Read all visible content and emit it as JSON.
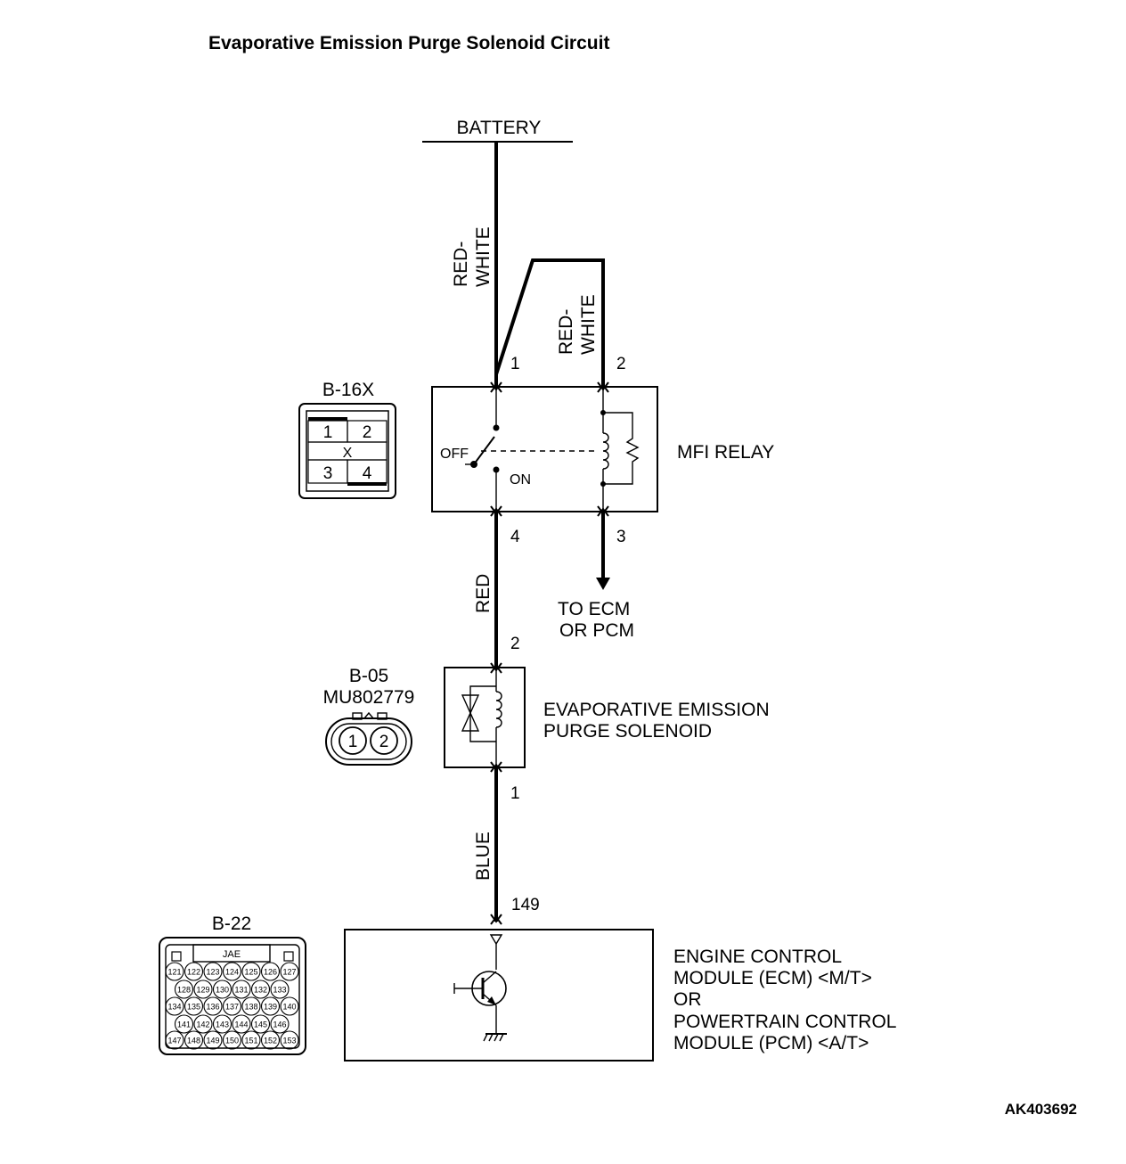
{
  "title": "Evaporative Emission Purge Solenoid Circuit",
  "figure_id": "AK403692",
  "battery": {
    "label": "BATTERY"
  },
  "wires": {
    "battery_to_relay_pin1": "RED-WHITE",
    "branch_to_relay_pin2": "RED-WHITE",
    "relay_to_solenoid": "RED",
    "solenoid_to_module": "BLUE"
  },
  "wire_label_lines": {
    "red_white_1": "RED-",
    "red_white_2": "WHITE",
    "red": "RED",
    "blue": "BLUE"
  },
  "mfi_relay": {
    "label": "MFI RELAY",
    "pins": [
      "1",
      "2",
      "3",
      "4"
    ],
    "switch_off": "OFF",
    "switch_on": "ON"
  },
  "relay_connector": {
    "id": "B-16X",
    "cells": [
      "1",
      "2",
      "3",
      "4"
    ],
    "center_mark": "X"
  },
  "ecm_branch": {
    "line1": "TO ECM",
    "line2": "OR PCM"
  },
  "solenoid": {
    "label_line1": "EVAPORATIVE EMISSION",
    "label_line2": "PURGE SOLENOID",
    "pin_top": "2",
    "pin_bottom": "1"
  },
  "solenoid_connector": {
    "id": "B-05",
    "part_number": "MU802779",
    "pins": [
      "1",
      "2"
    ]
  },
  "module": {
    "pin": "149",
    "label_lines": [
      "ENGINE CONTROL",
      "MODULE (ECM) <M/T>",
      "OR",
      "POWERTRAIN CONTROL",
      "MODULE (PCM) <A/T>"
    ]
  },
  "module_connector": {
    "id": "B-22",
    "maker": "JAE",
    "rows": [
      [
        "121",
        "122",
        "123",
        "124",
        "125",
        "126",
        "127"
      ],
      [
        "128",
        "129",
        "130",
        "131",
        "132",
        "133"
      ],
      [
        "134",
        "135",
        "136",
        "137",
        "138",
        "139",
        "140"
      ],
      [
        "141",
        "142",
        "143",
        "144",
        "145",
        "146"
      ],
      [
        "147",
        "148",
        "149",
        "150",
        "151",
        "152",
        "153"
      ]
    ]
  }
}
